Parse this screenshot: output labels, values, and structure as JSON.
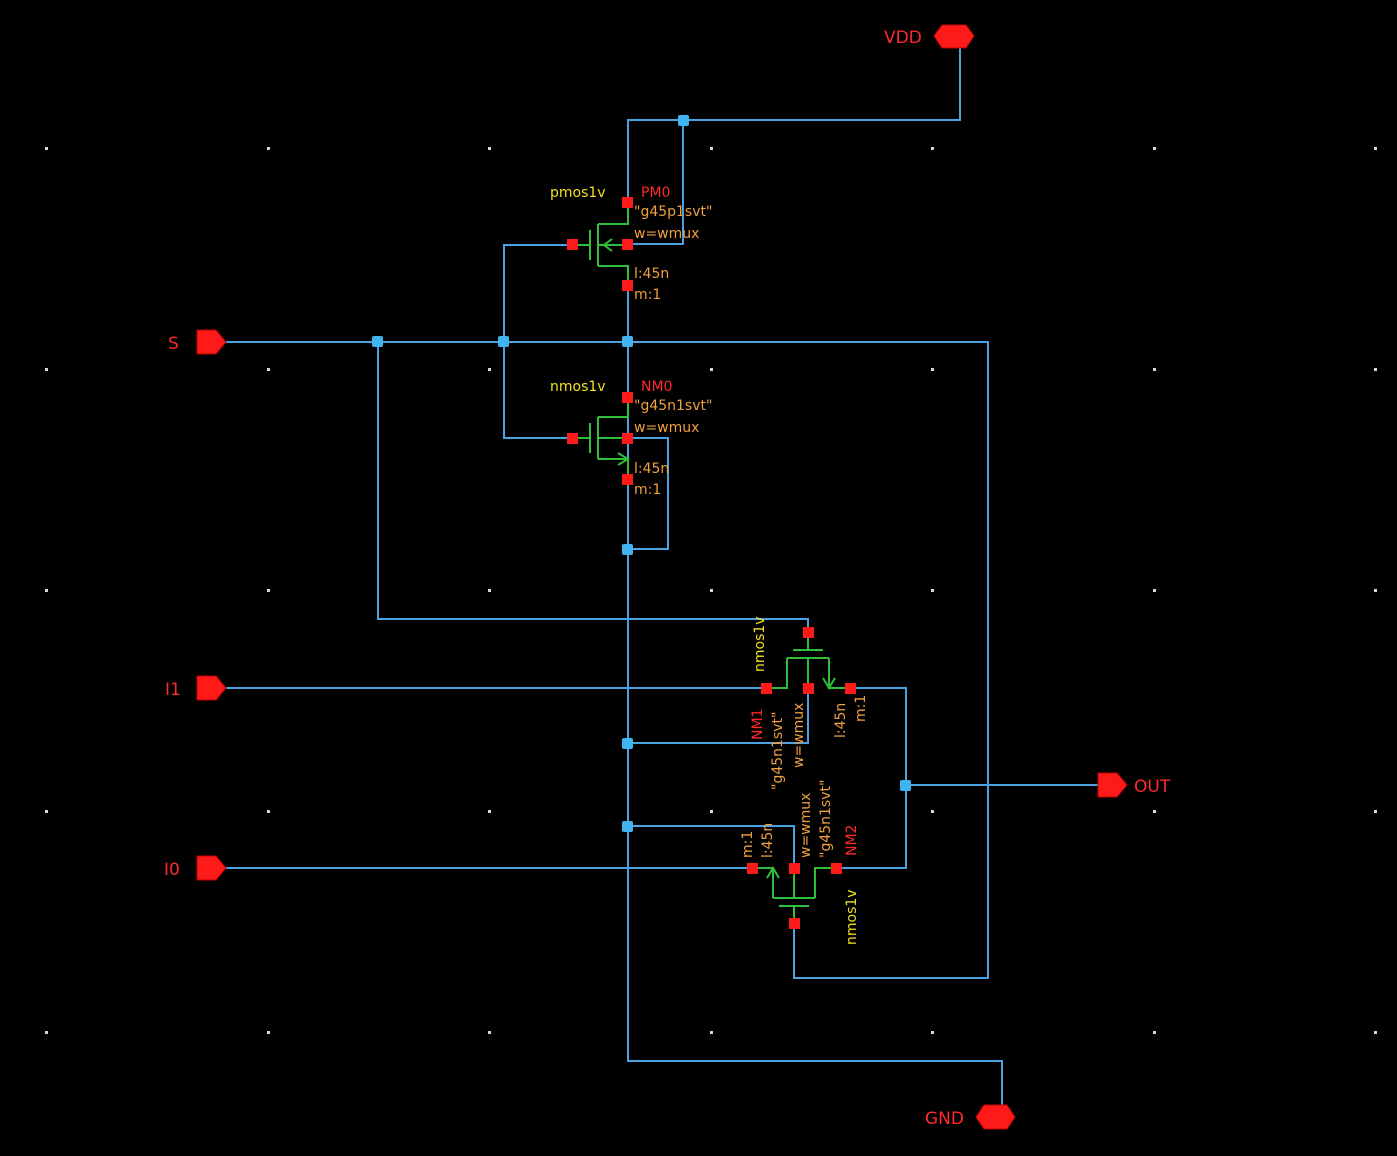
{
  "ports": {
    "vdd": "VDD",
    "gnd": "GND",
    "s": "S",
    "i1": "I1",
    "i0": "I0",
    "out": "OUT"
  },
  "devices": {
    "pm0": {
      "cell": "pmos1v",
      "name": "PM0",
      "model": "\"g45p1svt\"",
      "w": "w=wmux",
      "l": "l:45n",
      "m": "m:1"
    },
    "nm0": {
      "cell": "nmos1v",
      "name": "NM0",
      "model": "\"g45n1svt\"",
      "w": "w=wmux",
      "l": "l:45n",
      "m": "m:1"
    },
    "nm1": {
      "cell": "nmos1v",
      "name": "NM1",
      "model": "\"g45n1svt\"",
      "w": "w=wmux",
      "l": "l:45n",
      "m": "m:1"
    },
    "nm2": {
      "cell": "nmos1v",
      "name": "NM2",
      "model": "\"g45n1svt\"",
      "w": "w=wmux",
      "l": "l:45n",
      "m": "m:1"
    }
  },
  "colors": {
    "background": "#000000",
    "wire": "#4aa3e0",
    "device": "#2fbf3a",
    "pin": "#ff1a1a",
    "port_label": "#ff2a2a",
    "cell_label": "#f0e020",
    "param_label": "#f0a040"
  }
}
